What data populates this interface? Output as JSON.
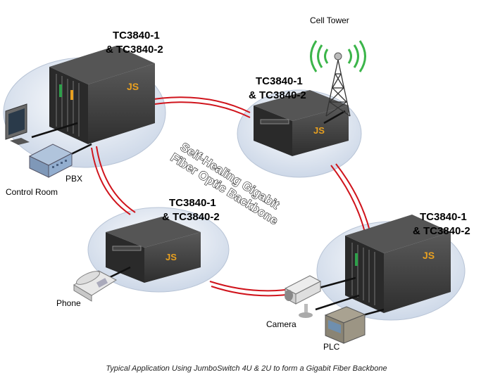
{
  "sites": [
    {
      "id": "top-left",
      "line1": "TC3840-1",
      "line2": "& TC3840-2"
    },
    {
      "id": "top-right",
      "line1": "TC3840-1",
      "line2": "& TC3840-2"
    },
    {
      "id": "bottom-left",
      "line1": "TC3840-1",
      "line2": "& TC3840-2"
    },
    {
      "id": "bottom-right",
      "line1": "TC3840-1",
      "line2": "& TC3840-2"
    }
  ],
  "devices": {
    "cell_tower": "Cell Tower",
    "pbx": "PBX",
    "control_room": "Control Room",
    "phone": "Phone",
    "camera": "Camera",
    "plc": "PLC"
  },
  "backbone": {
    "line1": "Self-Healing Gigabit",
    "line2": "Fiber Optic Backbone"
  },
  "logo": "JS",
  "caption": "Typical Application Using JumboSwitch 4U & 2U to form a Gigabit Fiber Backbone",
  "colors": {
    "fiber": "#d0141c",
    "platform": "#dde6f2",
    "chassis": "#3a3a3a",
    "logo": "#e8a020"
  }
}
